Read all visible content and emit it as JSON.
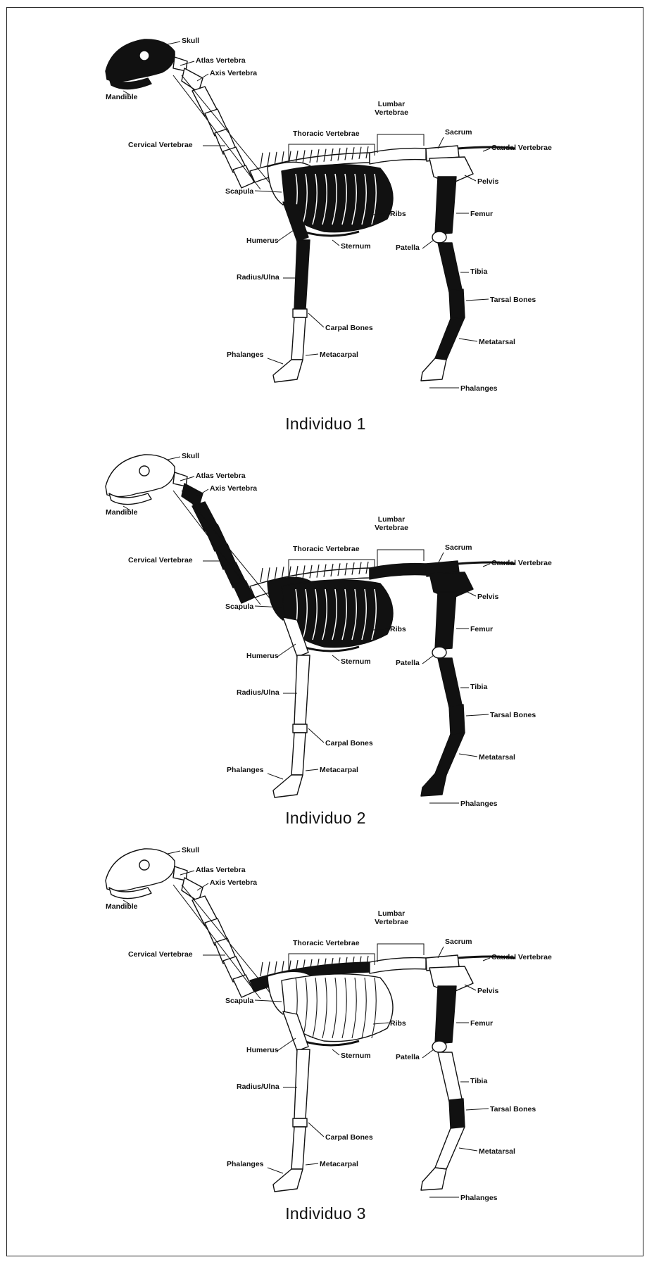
{
  "figures": [
    {
      "caption": "Individuo 1",
      "labels": {
        "skull": "Skull",
        "atlas": "Atlas Vertebra",
        "axis": "Axis Vertebra",
        "mandible": "Mandible",
        "cervical": "Cervical Vertebrae",
        "lumbar": "Lumbar Vertebrae",
        "thoracic": "Thoracic Vertebrae",
        "sacrum": "Sacrum",
        "caudal": "Caudal Vertebrae",
        "pelvis": "Pelvis",
        "scapula": "Scapula",
        "ribs": "Ribs",
        "femur": "Femur",
        "humerus": "Humerus",
        "sternum": "Sternum",
        "patella": "Patella",
        "radius": "Radius/Ulna",
        "tibia": "Tibia",
        "tarsal": "Tarsal Bones",
        "carpal": "Carpal Bones",
        "metatarsal": "Metatarsal",
        "phalanges_front": "Phalanges",
        "metacarpal": "Metacarpal",
        "phalanges_hind": "Phalanges"
      },
      "highlighted_bones": [
        "skull",
        "mandible",
        "humerus",
        "radius",
        "femur",
        "tibia",
        "tarsal",
        "metatarsal",
        "ribs"
      ]
    },
    {
      "caption": "Individuo 2",
      "labels": {
        "skull": "Skull",
        "atlas": "Atlas Vertebra",
        "axis": "Axis Vertebra",
        "mandible": "Mandible",
        "cervical": "Cervical Vertebrae",
        "lumbar": "Lumbar Vertebrae",
        "thoracic": "Thoracic Vertebrae",
        "sacrum": "Sacrum",
        "caudal": "Caudal Vertebrae",
        "pelvis": "Pelvis",
        "scapula": "Scapula",
        "ribs": "Ribs",
        "femur": "Femur",
        "humerus": "Humerus",
        "sternum": "Sternum",
        "patella": "Patella",
        "radius": "Radius/Ulna",
        "tibia": "Tibia",
        "tarsal": "Tarsal Bones",
        "carpal": "Carpal Bones",
        "metatarsal": "Metatarsal",
        "phalanges_front": "Phalanges",
        "metacarpal": "Metacarpal",
        "phalanges_hind": "Phalanges"
      },
      "highlighted_bones": [
        "axis",
        "cervical",
        "scapula",
        "ribs",
        "lumbar",
        "sacrum",
        "pelvis",
        "femur",
        "tibia",
        "tarsal",
        "metatarsal",
        "phalanges_hind"
      ]
    },
    {
      "caption": "Individuo 3",
      "labels": {
        "skull": "Skull",
        "atlas": "Atlas Vertebra",
        "axis": "Axis Vertebra",
        "mandible": "Mandible",
        "cervical": "Cervical Vertebrae",
        "lumbar": "Lumbar Vertebrae",
        "thoracic": "Thoracic Vertebrae",
        "sacrum": "Sacrum",
        "caudal": "Caudal Vertebrae",
        "pelvis": "Pelvis",
        "scapula": "Scapula",
        "ribs": "Ribs",
        "femur": "Femur",
        "humerus": "Humerus",
        "sternum": "Sternum",
        "patella": "Patella",
        "radius": "Radius/Ulna",
        "tibia": "Tibia",
        "tarsal": "Tarsal Bones",
        "carpal": "Carpal Bones",
        "metatarsal": "Metatarsal",
        "phalanges_front": "Phalanges",
        "metacarpal": "Metacarpal",
        "phalanges_hind": "Phalanges"
      },
      "highlighted_bones": [
        "thoracic",
        "femur",
        "tarsal"
      ]
    }
  ],
  "colors": {
    "bone_outline": "#111111",
    "bone_fill": "#ffffff",
    "highlight": "#111111"
  }
}
